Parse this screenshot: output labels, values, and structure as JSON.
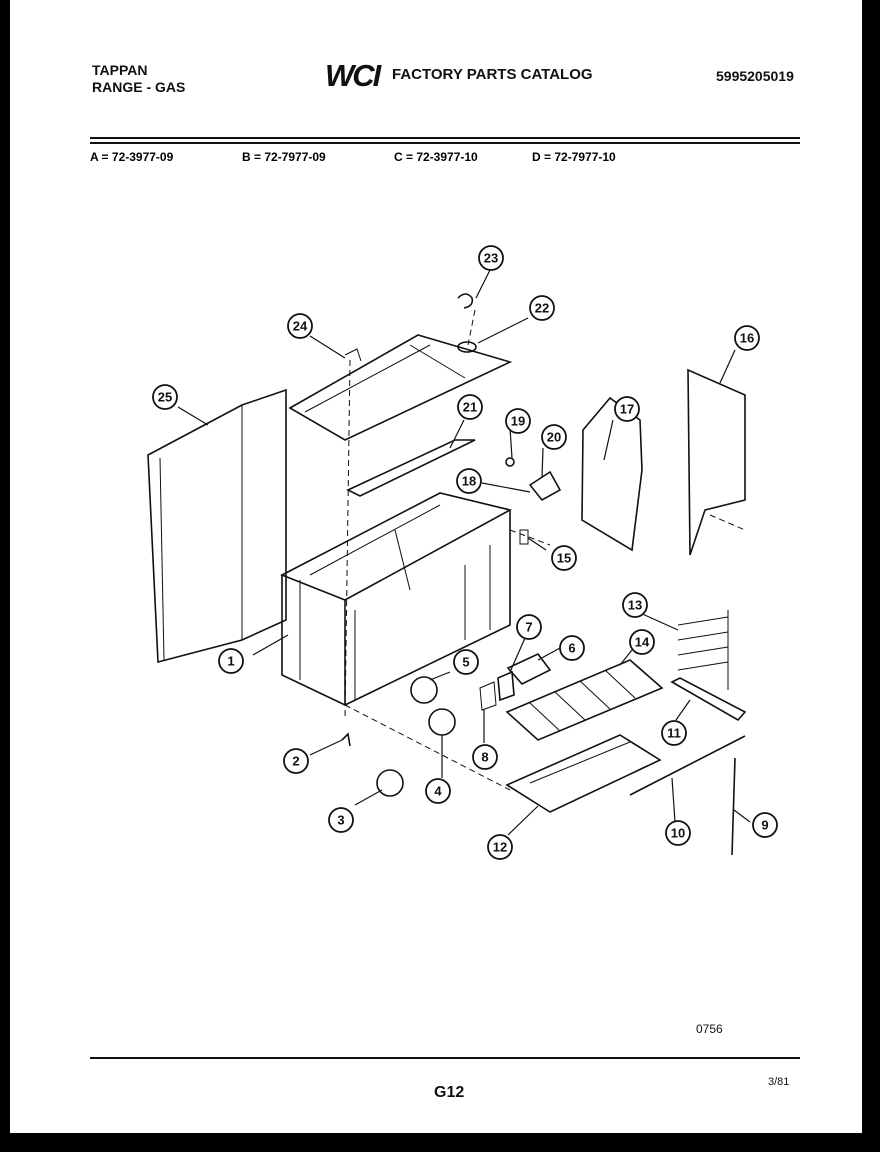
{
  "header": {
    "brand": "TAPPAN",
    "product": "RANGE - GAS",
    "logo": "WCI",
    "catalog_title": "FACTORY PARTS CATALOG",
    "catalog_number": "5995205019"
  },
  "models": [
    "A = 72-3977-09",
    "B = 72-7977-09",
    "C = 72-3977-10",
    "D = 72-7977-10"
  ],
  "callouts": [
    "1",
    "2",
    "3",
    "4",
    "5",
    "6",
    "7",
    "8",
    "9",
    "10",
    "11",
    "12",
    "13",
    "14",
    "15",
    "16",
    "17",
    "18",
    "19",
    "20",
    "21",
    "22",
    "23",
    "24",
    "25"
  ],
  "footer": {
    "drawing_code": "0756",
    "page_code": "G12",
    "date": "3/81"
  }
}
